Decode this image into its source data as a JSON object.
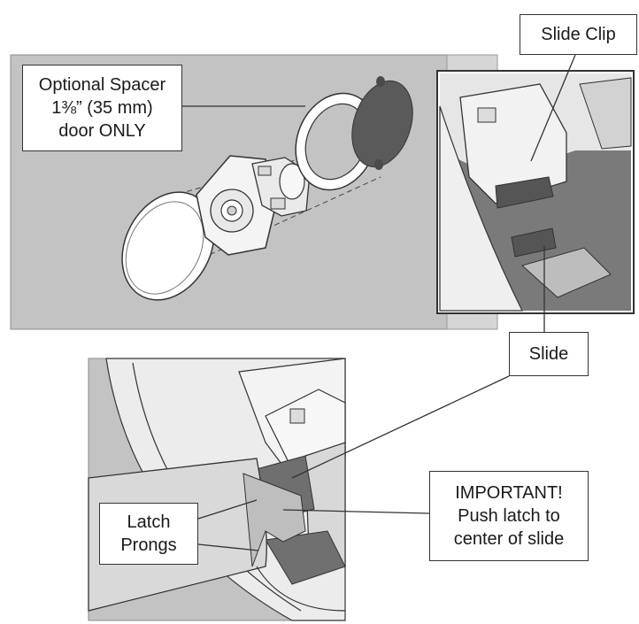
{
  "callouts": {
    "spacer": [
      "Optional Spacer",
      "1⅜” (35 mm)",
      "door ONLY"
    ],
    "slide_clip": "Slide Clip",
    "slide": "Slide",
    "latch_prongs": [
      "Latch",
      "Prongs"
    ],
    "important": [
      "IMPORTANT!",
      "Push latch to",
      "center of slide"
    ]
  },
  "colors": {
    "panel_gray": "#c3c3c3",
    "dark_gray": "#555555",
    "line": "#333333",
    "part_white": "#ffffff"
  }
}
